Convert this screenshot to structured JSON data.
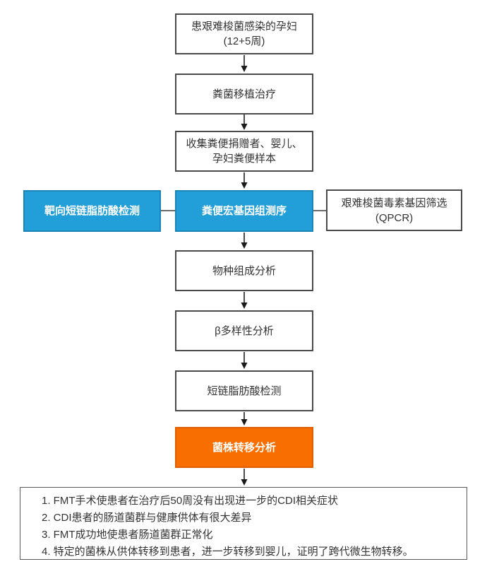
{
  "diagram": {
    "type": "flowchart",
    "colors": {
      "highlight_blue": "#229fd8",
      "highlight_blue_border": "#1b85b8",
      "highlight_orange": "#f96e00",
      "highlight_orange_border": "#dd5f00",
      "box_border": "#4a4a4a",
      "connector_line": "#6b6b6b",
      "arrow_head": "#1a1a1a",
      "text": "#333333",
      "text_on_color": "#ffffff"
    },
    "nodes": {
      "pregnant": {
        "label": "患艰难梭菌感染的孕妇\n(12+5周)",
        "style": "plain"
      },
      "fmt": {
        "label": "粪菌移植治疗",
        "style": "plain"
      },
      "collect": {
        "label": "收集粪便捐赠者、婴儿、\n孕妇粪便样本",
        "style": "plain"
      },
      "scfa_target": {
        "label": "靶向短链脂肪酸检测",
        "style": "blue"
      },
      "metagenome": {
        "label": "粪便宏基因组测序",
        "style": "blue"
      },
      "qpcr": {
        "label": "艰难梭菌毒素基因筛选\n(QPCR)",
        "style": "plain"
      },
      "composition": {
        "label": "物种组成分析",
        "style": "plain"
      },
      "beta": {
        "label": "β多样性分析",
        "style": "plain"
      },
      "scfa": {
        "label": "短链脂肪酸检测",
        "style": "plain"
      },
      "strain": {
        "label": "菌株转移分析",
        "style": "orange"
      },
      "summary": {
        "label": "1. FMT手术使患者在治疗后50周没有出现进一步的CDI相关症状\n2. CDI患者的肠道菌群与健康供体有很大差异\n3. FMT成功地使患者肠道菌群正常化\n4. 特定的菌株从供体转移到患者，进一步转移到婴儿，证明了跨代微生物转移。",
        "style": "summary"
      }
    },
    "edges": [
      {
        "from": "pregnant",
        "to": "fmt",
        "kind": "arrow"
      },
      {
        "from": "fmt",
        "to": "collect",
        "kind": "arrow"
      },
      {
        "from": "collect",
        "to": "metagenome",
        "kind": "arrow"
      },
      {
        "from": "scfa_target",
        "to": "metagenome",
        "kind": "line"
      },
      {
        "from": "metagenome",
        "to": "qpcr",
        "kind": "line"
      },
      {
        "from": "metagenome",
        "to": "composition",
        "kind": "arrow"
      },
      {
        "from": "composition",
        "to": "beta",
        "kind": "arrow"
      },
      {
        "from": "beta",
        "to": "scfa",
        "kind": "arrow"
      },
      {
        "from": "scfa",
        "to": "strain",
        "kind": "arrow"
      },
      {
        "from": "strain",
        "to": "summary",
        "kind": "arrow"
      }
    ]
  }
}
